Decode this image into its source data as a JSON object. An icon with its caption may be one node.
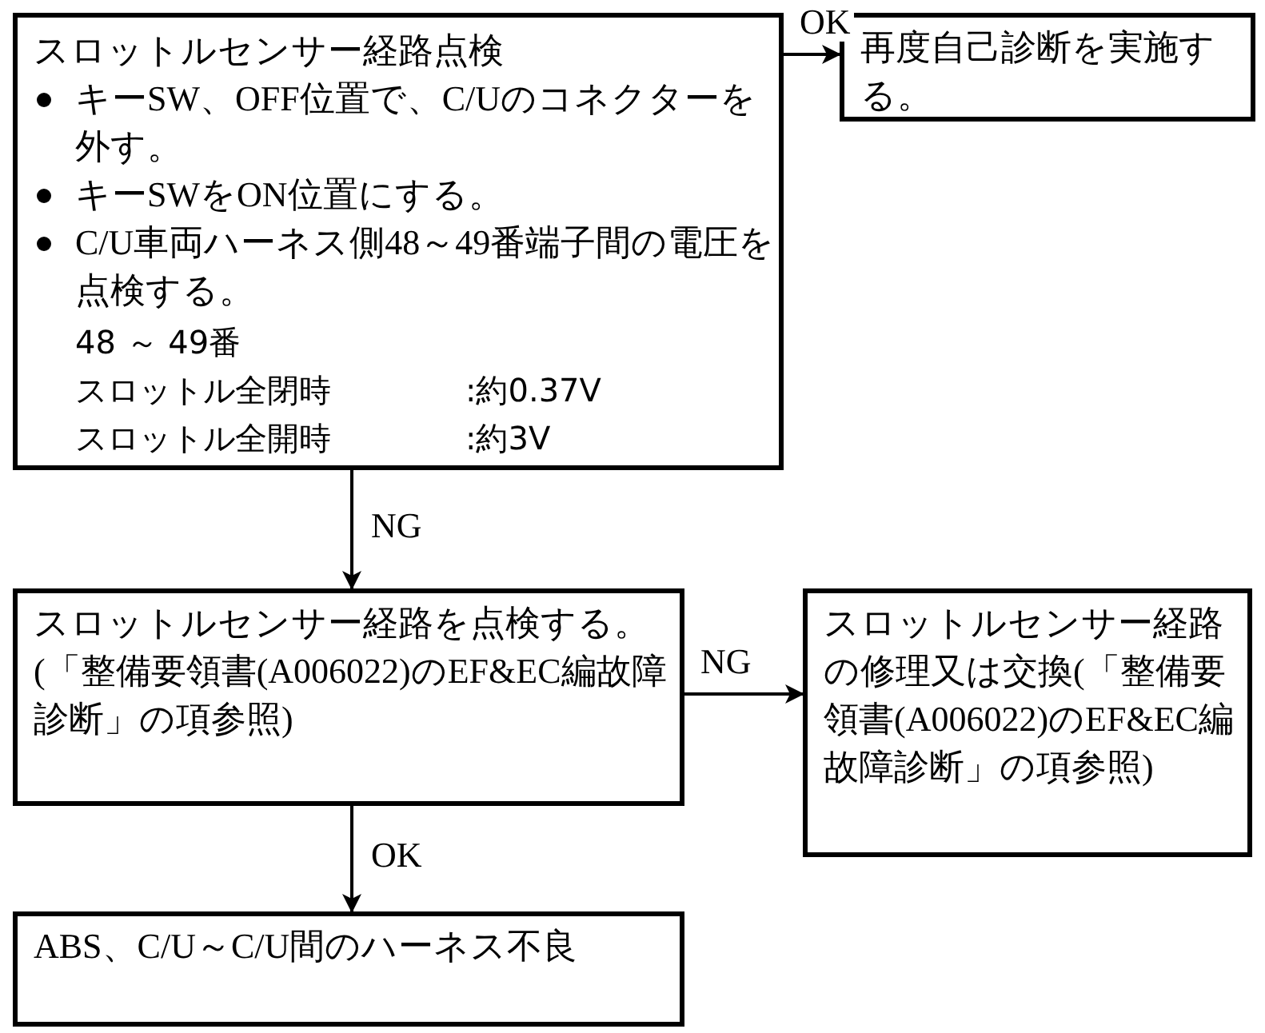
{
  "diagram": {
    "nodes": [
      {
        "text": [
          "スロットルセンサー経路点検",
          "キーSW、OFF位置で、C/Uのコネクターを外す。",
          "キーSWをON位置にする。",
          "C/U車両ハーネス側48～49番端子間の電圧を点検する。",
          "48 ～ 49番",
          "スロットル全閉時",
          ":約0.37V",
          "スロットル全開時",
          ":約3V"
        ]
      },
      {
        "text": [
          "再度自己診断を実施する。"
        ]
      },
      {
        "text": [
          "スロットルセンサー経路を点検する。(「整備要領書(A006022)のEF&EC編故障診断」の項参照)"
        ]
      },
      {
        "text": [
          "スロットルセンサー経路の修理又は交換(「整備要領書(A006022)のEF&EC編故障診断」の項参照)"
        ]
      },
      {
        "text": [
          "ABS、C/U～C/U間のハーネス不良"
        ]
      }
    ],
    "edges": [
      {
        "from": 0,
        "to": 1,
        "arrow": "to",
        "label": "OK"
      },
      {
        "from": 0,
        "to": 2,
        "arrow": "to",
        "label": "NG"
      },
      {
        "from": 2,
        "to": 3,
        "arrow": "to",
        "label": "NG"
      },
      {
        "from": 2,
        "to": 4,
        "arrow": "to",
        "label": "OK"
      }
    ]
  }
}
